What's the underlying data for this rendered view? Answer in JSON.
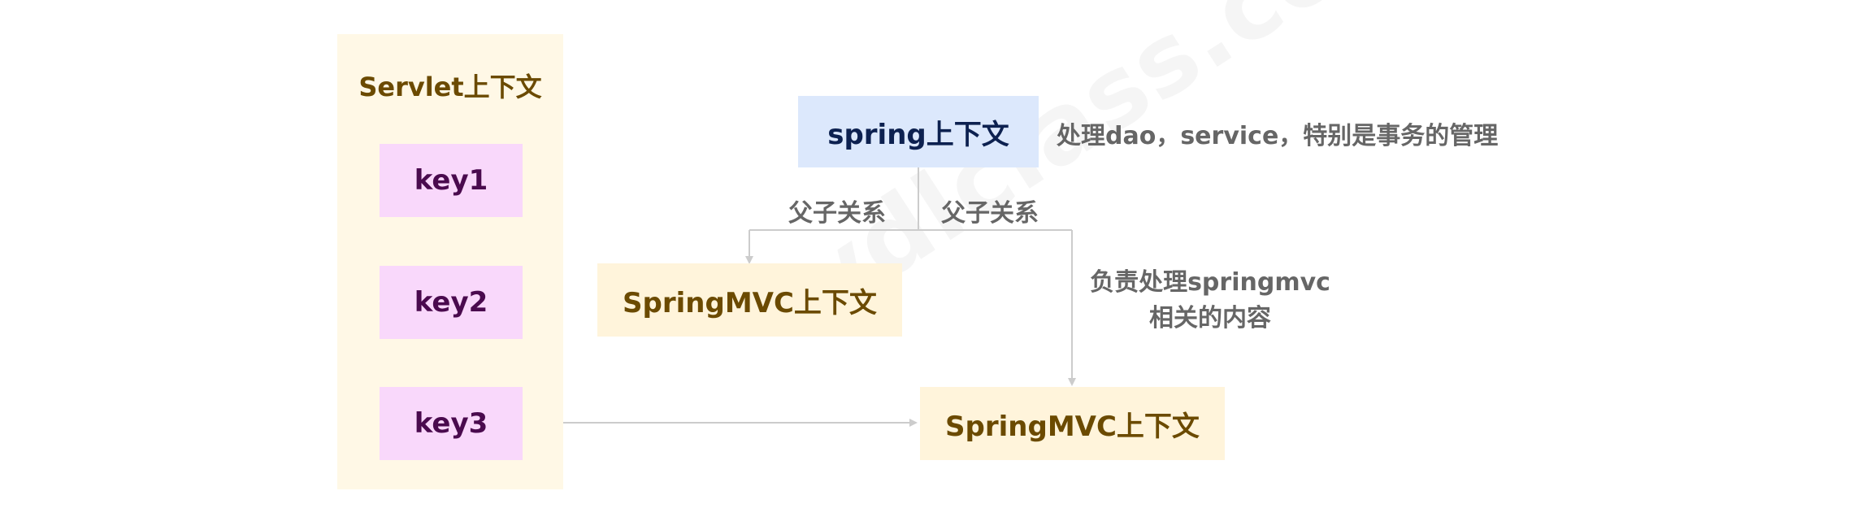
{
  "servlet_context": {
    "title": "Servlet上下文",
    "keys": [
      "key1",
      "key2",
      "key3"
    ]
  },
  "spring_context": {
    "label": "spring上下文",
    "note": "处理dao，service，特别是事务的管理"
  },
  "relations": {
    "left_label": "父子关系",
    "right_label": "父子关系"
  },
  "springmvc_contexts": [
    {
      "label": "SpringMVC上下文"
    },
    {
      "label": "SpringMVC上下文"
    }
  ],
  "springmvc_note": {
    "line1": "负责处理springmvc",
    "line2": "相关的内容"
  },
  "watermark": "ydlclass.com",
  "colors": {
    "servlet_bg": "#fff8e6",
    "key_bg": "#f9d8fb",
    "spring_bg": "#dce8fc",
    "mvc_bg": "#fff4db",
    "connector": "#cccccc"
  }
}
